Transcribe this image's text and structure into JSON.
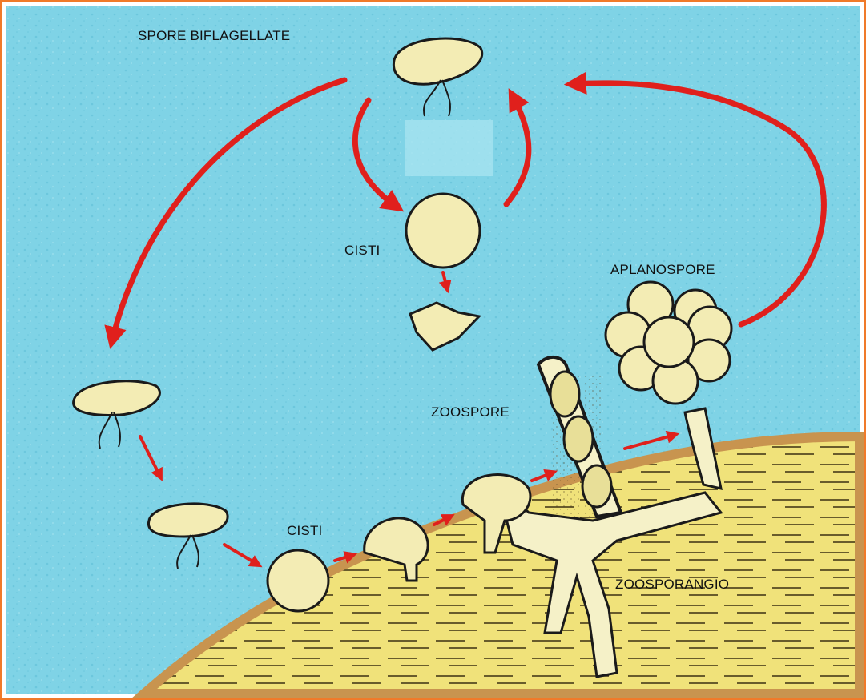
{
  "labels": {
    "spore_biflagellate": "SPORE BIFLAGELLATE",
    "cisti_top": "CISTI",
    "aplanospore": "APLANOSPORE",
    "zoospore": "ZOOSPORE",
    "cisti_bottom": "CISTI",
    "zoosporangio": "ZOOSPORANGIO"
  },
  "colors": {
    "water": "#7fd3e6",
    "host": "#f0e27a",
    "host_edge": "#c8944f",
    "spore_fill": "#f3ecb4",
    "hypha": "#f5f1c8",
    "arrow": "#e0201c",
    "outline": "#1a1a1a",
    "frame": "#f07a2a"
  }
}
